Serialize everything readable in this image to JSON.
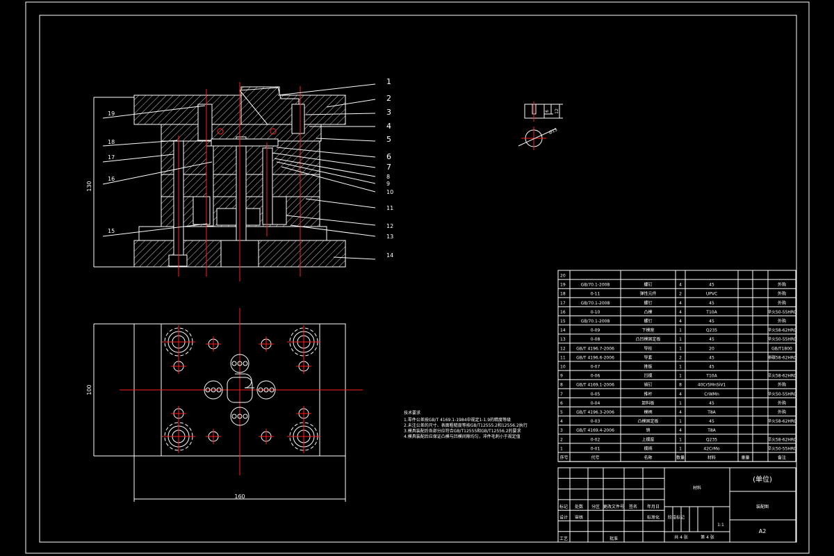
{
  "colors": {
    "background": "#000000",
    "line": "#ffffff",
    "centerline": "#ff2020"
  },
  "balloons": [
    "1",
    "2",
    "3",
    "4",
    "5",
    "6",
    "7",
    "8",
    "9",
    "10",
    "11",
    "12",
    "13",
    "14",
    "15",
    "16",
    "17",
    "18",
    "19"
  ],
  "dims": {
    "height_main": "130",
    "height_plan": "100",
    "width_plan": "160",
    "d1": "6",
    "d2": "12",
    "d3": "Ø13"
  },
  "tech_notes": {
    "title": "技术要求",
    "lines": [
      "1.零件公差按GB/T 4169.1-1984中规定1-1.9的精度等级",
      "2.未注公差的尺寸、表面粗糙度等按GB/T12555.2和12556.2执行",
      "3.模具装配后各部分应符合GB/T12555和GB/T12556.2的要求",
      "4.模具装配后应保证凸模与凹模间隙均匀，冲件毛刺小于规定值"
    ]
  },
  "bom_rows": [
    {
      "no": "20",
      "code": "",
      "name": "",
      "qty": "",
      "mat": "",
      "note": ""
    },
    {
      "no": "19",
      "code": "GB/70.1-2008",
      "name": "螺钉",
      "qty": "4",
      "mat": "45",
      "note": "外购"
    },
    {
      "no": "18",
      "code": "0-11",
      "name": "弹性元件",
      "qty": "2",
      "mat": "UPVC",
      "note": "外购"
    },
    {
      "no": "17",
      "code": "GB/70.1-2008",
      "name": "螺钉",
      "qty": "4",
      "mat": "45",
      "note": "外购"
    },
    {
      "no": "16",
      "code": "0-10",
      "name": "凸模",
      "qty": "4",
      "mat": "T10A",
      "note": "淬火50-55HRC"
    },
    {
      "no": "15",
      "code": "GB/70.1-2008",
      "name": "螺钉",
      "qty": "4",
      "mat": "45",
      "note": "外购"
    },
    {
      "no": "14",
      "code": "0-09",
      "name": "下模座",
      "qty": "1",
      "mat": "Q235",
      "note": "淬火58-62HRC"
    },
    {
      "no": "13",
      "code": "0-08",
      "name": "凸凹模固定板",
      "qty": "1",
      "mat": "45",
      "note": "淬火50-55HRC"
    },
    {
      "no": "12",
      "code": "GB/T 4196.7-2006",
      "name": "导柱",
      "qty": "1",
      "mat": "20",
      "note": "GB/T1800"
    },
    {
      "no": "11",
      "code": "GB/T 4196.6-2006",
      "name": "导套",
      "qty": "2",
      "mat": "45",
      "note": "渗碳58-62HRC"
    },
    {
      "no": "10",
      "code": "0-07",
      "name": "推板",
      "qty": "1",
      "mat": "45",
      "note": ""
    },
    {
      "no": "9",
      "code": "0-06",
      "name": "凹模",
      "qty": "1",
      "mat": "T10A",
      "note": "淬火58-62HRC"
    },
    {
      "no": "8",
      "code": "GB/T 4169.1-2006",
      "name": "销钉",
      "qty": "8",
      "mat": "40Cr5MnSiV1",
      "note": "外购"
    },
    {
      "no": "7",
      "code": "0-05",
      "name": "推杆",
      "qty": "4",
      "mat": "CrWMn",
      "note": "淬火50-55HRC"
    },
    {
      "no": "6",
      "code": "0-04",
      "name": "卸料板",
      "qty": "1",
      "mat": "45",
      "note": "外购"
    },
    {
      "no": "5",
      "code": "GB/T 4196.3-2006",
      "name": "模柄",
      "qty": "4",
      "mat": "T8A",
      "note": "外购"
    },
    {
      "no": "4",
      "code": "0-03",
      "name": "凸模固定板",
      "qty": "1",
      "mat": "45",
      "note": "淬火58-62HRC"
    },
    {
      "no": "3",
      "code": "GB/T 4169.4-2006",
      "name": "销",
      "qty": "4",
      "mat": "T8A",
      "note": ""
    },
    {
      "no": "2",
      "code": "0-02",
      "name": "上模座",
      "qty": "1",
      "mat": "Q235",
      "note": "淬火58-62HRC"
    },
    {
      "no": "1",
      "code": "0-01",
      "name": "模柄",
      "qty": "1",
      "mat": "42CrMo",
      "note": "淬火50-55HRC"
    }
  ],
  "bom_header": {
    "no": "序号",
    "code": "代号",
    "name": "名称",
    "qty": "数量",
    "mat": "材料",
    "weight": "重量",
    "note": "备注"
  },
  "title_block": {
    "unit": "(单位)",
    "drawing_name": "装配图",
    "material": "材料",
    "sheet_size": "A2",
    "scale": "1:1",
    "sheets": "共 4 张",
    "sheet_no": "第 4 张",
    "r1": [
      "标记",
      "处数",
      "分区",
      "更改文件号",
      "签名",
      "年月日"
    ],
    "r2": [
      "设计",
      "审核",
      "标准化",
      "阶段标记"
    ],
    "r3": [
      "工艺",
      "批准"
    ]
  }
}
